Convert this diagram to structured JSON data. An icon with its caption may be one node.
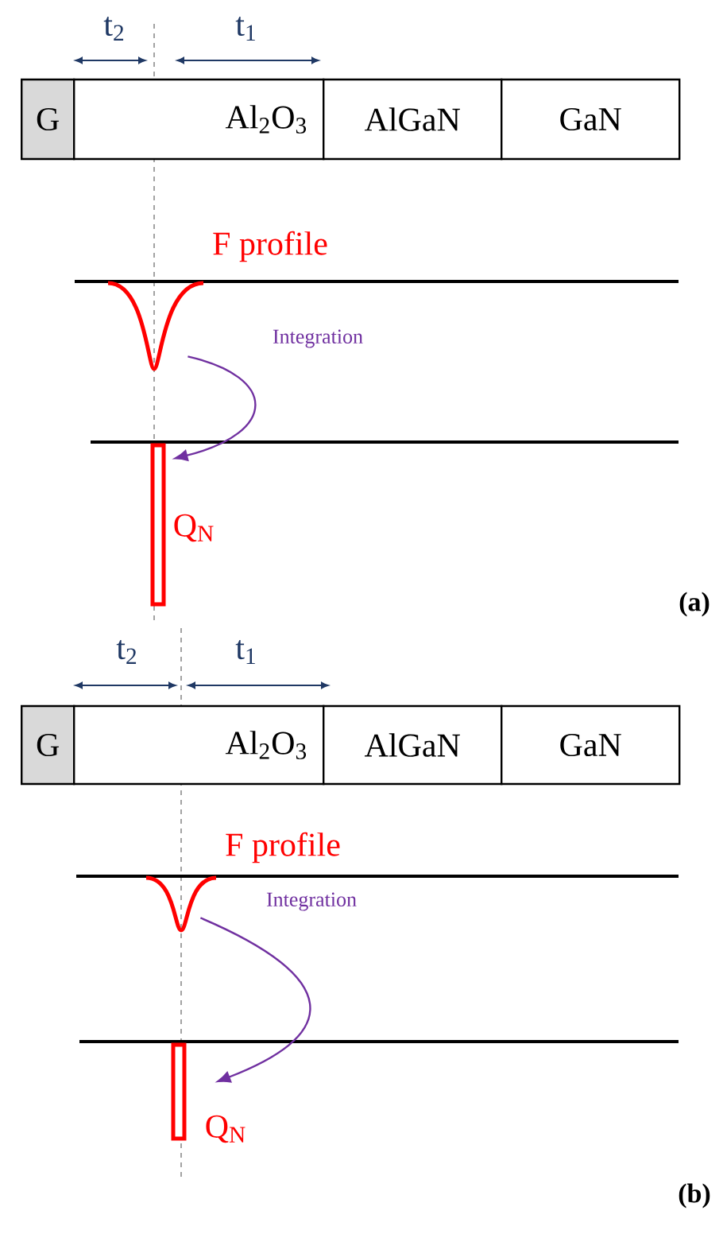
{
  "diagram": {
    "nodes": [
      {
        "text": [
          "G"
        ]
      },
      {
        "text": [
          "Al$_{2}$O$_{3}$"
        ]
      },
      {
        "text": [
          "AlGaN"
        ]
      },
      {
        "text": [
          "GaN"
        ]
      },
      {
        "text": [],
        "shape": "picture",
        "beside": [
          "F profile"
        ]
      },
      {
        "text": [],
        "shape": "bar",
        "beside": [
          "Q$_{N}$"
        ]
      },
      {
        "text": [
          "G"
        ]
      },
      {
        "text": [
          "Al$_{2}$O$_{3}$"
        ]
      },
      {
        "text": [
          "AlGaN"
        ]
      },
      {
        "text": [
          "GaN"
        ]
      },
      {
        "text": [],
        "shape": "picture",
        "beside": [
          "F profile"
        ]
      },
      {
        "text": [],
        "shape": "bar",
        "beside": [
          "Q$_{N}$"
        ]
      }
    ],
    "edges": [
      {
        "from": 4,
        "to": 5,
        "arrow": "to",
        "label": "Integration",
        "color": "#7030a0"
      },
      {
        "from": 10,
        "to": 11,
        "arrow": "to",
        "label": "Integration",
        "color": "#7030a0"
      }
    ],
    "labels": [
      "t$_{2}$",
      "t$_{1}$",
      "(a)",
      "t$_{2}$",
      "t$_{1}$",
      "(b)"
    ]
  }
}
